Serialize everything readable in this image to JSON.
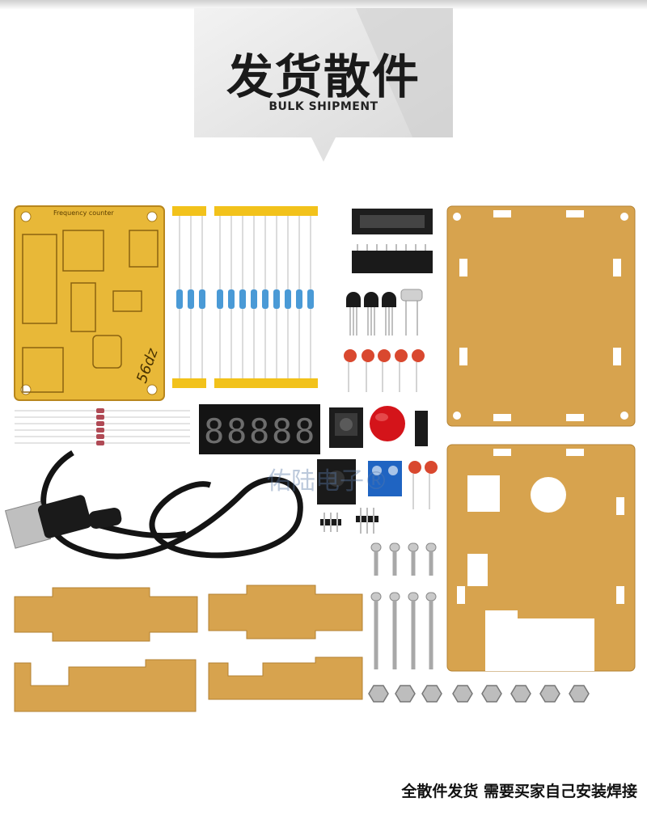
{
  "header": {
    "title": "发货散件",
    "subtitle": "BULK SHIPMENT"
  },
  "photo": {
    "board_silk": "Frequency counter",
    "board_logo": "56dz",
    "watermark": "佑陆电子®"
  },
  "footer": {
    "caption": "全散件发货  需要买家自己安装焊接"
  },
  "colors": {
    "pcb": "#e8b838",
    "acrylic": "#d7a34e",
    "display": "#141414",
    "button_red": "#d4141a"
  }
}
